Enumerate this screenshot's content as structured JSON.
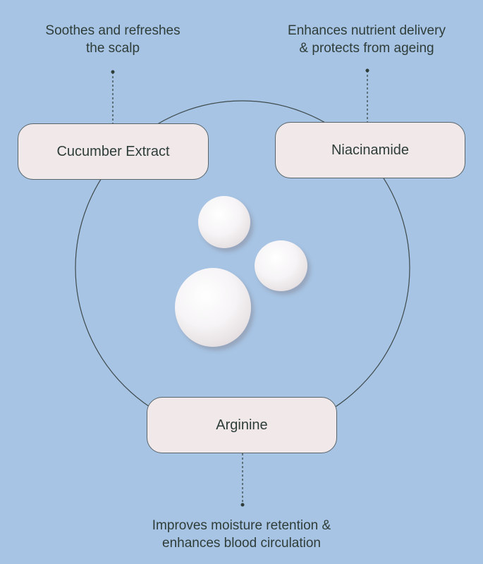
{
  "colors": {
    "background": "#a7c4e4",
    "box": "#f1e9e9",
    "text": "#2f3d39"
  },
  "ingredients": [
    {
      "name": "Cucumber Extract",
      "benefit_line1": "Soothes and refreshes",
      "benefit_line2": "the scalp"
    },
    {
      "name": "Niacinamide",
      "benefit_line1": "Enhances nutrient delivery",
      "benefit_line2": "& protects from ageing"
    },
    {
      "name": "Arginine",
      "benefit_line1": "Improves moisture retention &",
      "benefit_line2": "enhances blood circulation"
    }
  ]
}
